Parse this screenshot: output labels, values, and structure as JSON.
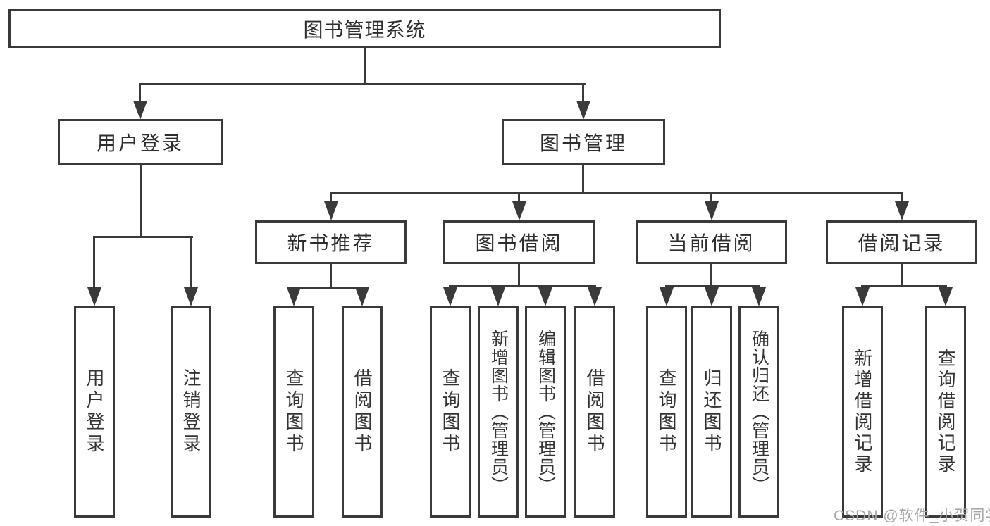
{
  "diagram": {
    "title_node": "图书管理系统",
    "root": {
      "label": "图书管理系统"
    },
    "level2": [
      {
        "id": "user-login",
        "label": "用户登录"
      },
      {
        "id": "book-management",
        "label": "图书管理"
      }
    ],
    "level3": [
      {
        "id": "new-book-recommend",
        "label": "新书推荐",
        "parent": "图书管理"
      },
      {
        "id": "book-borrowing",
        "label": "图书借阅",
        "parent": "图书管理"
      },
      {
        "id": "current-borrowing",
        "label": "当前借阅",
        "parent": "图书管理"
      },
      {
        "id": "borrowing-records",
        "label": "借阅记录",
        "parent": "图书管理"
      }
    ],
    "leaves": [
      {
        "label": "用户登录",
        "parent": "用户登录"
      },
      {
        "label": "注销登录",
        "parent": "用户登录"
      },
      {
        "label": "查询图书",
        "parent": "新书推荐"
      },
      {
        "label": "借阅图书",
        "parent": "新书推荐"
      },
      {
        "label": "查询图书",
        "parent": "图书借阅"
      },
      {
        "label": "新增图书（管理员）",
        "parent": "图书借阅"
      },
      {
        "label": "编辑图书（管理员）",
        "parent": "图书借阅"
      },
      {
        "label": "借阅图书",
        "parent": "图书借阅"
      },
      {
        "label": "查询图书",
        "parent": "当前借阅"
      },
      {
        "label": "归还图书",
        "parent": "当前借阅"
      },
      {
        "label": "确认归还（管理员）",
        "parent": "当前借阅"
      },
      {
        "label": "新增借阅记录",
        "parent": "借阅记录"
      },
      {
        "label": "查询借阅记录",
        "parent": "借阅记录"
      }
    ]
  },
  "watermark": {
    "text": "CSDN @软件_小贺同学"
  },
  "colors": {
    "line": "#3a3a3a",
    "text": "#2d2d2d",
    "watermark": "#a6a6a6",
    "background": "#ffffff"
  }
}
